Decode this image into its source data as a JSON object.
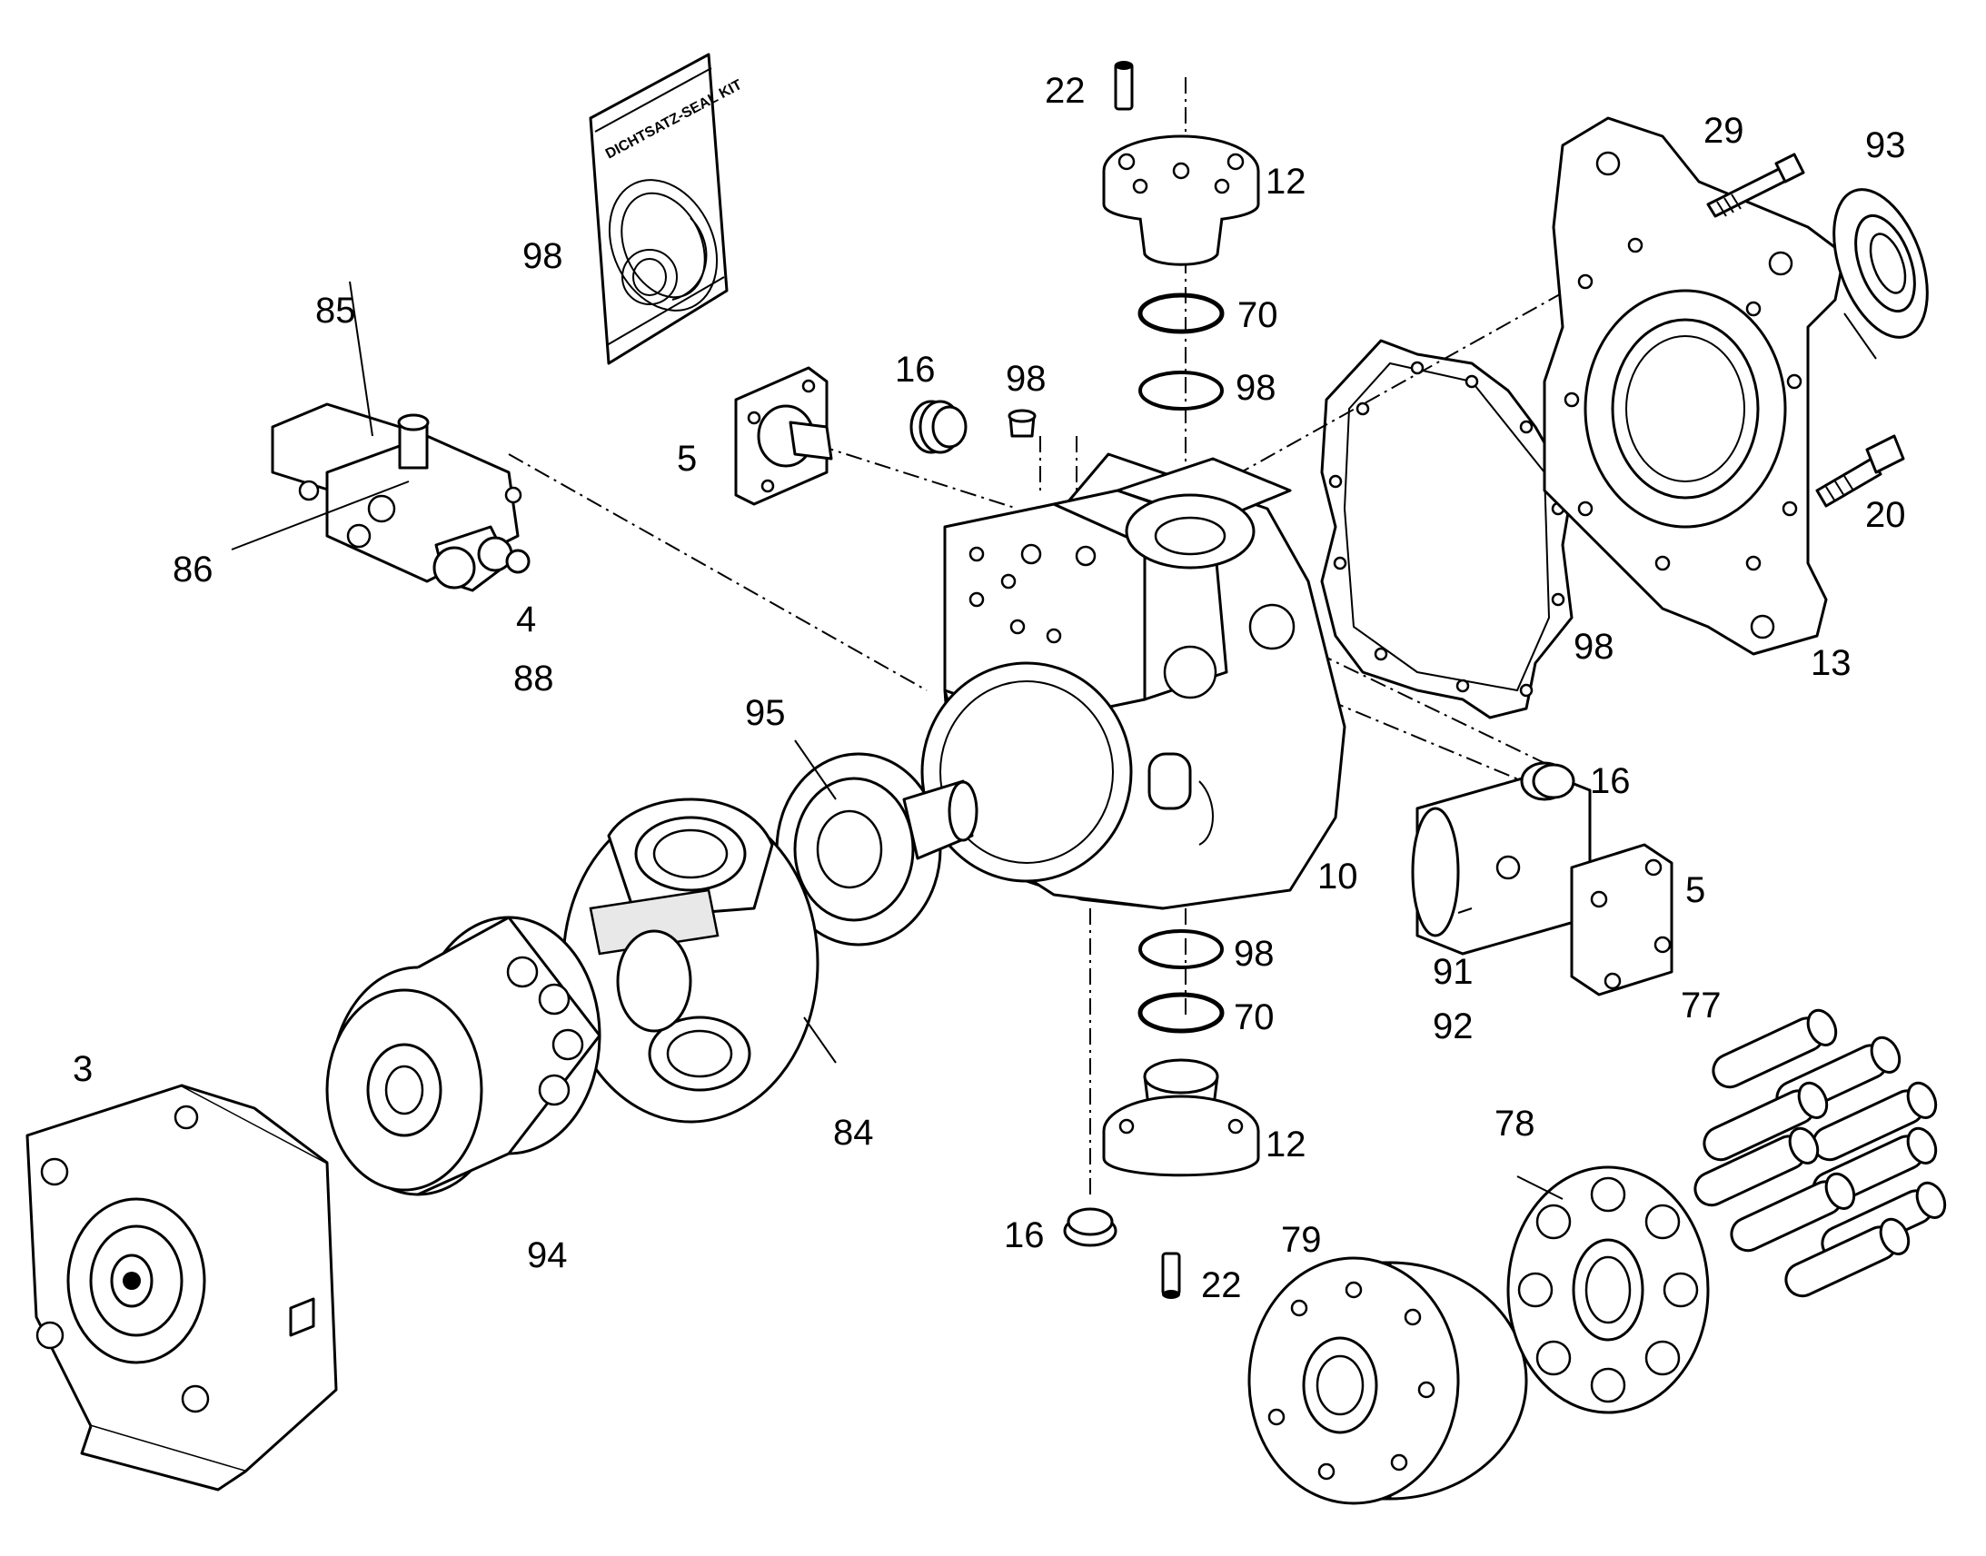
{
  "diagram": {
    "seal_kit_text": "DICHTSATZ-SEAL KIT",
    "callouts": [
      {
        "id": "c22a",
        "text": "22"
      },
      {
        "id": "c12a",
        "text": "12"
      },
      {
        "id": "c29",
        "text": "29"
      },
      {
        "id": "c93",
        "text": "93"
      },
      {
        "id": "c98a",
        "text": "98"
      },
      {
        "id": "c70a",
        "text": "70"
      },
      {
        "id": "c98b",
        "text": "98"
      },
      {
        "id": "c85",
        "text": "85"
      },
      {
        "id": "c16a",
        "text": "16"
      },
      {
        "id": "c98c",
        "text": "98"
      },
      {
        "id": "c5a",
        "text": "5"
      },
      {
        "id": "c20",
        "text": "20"
      },
      {
        "id": "c86",
        "text": "86"
      },
      {
        "id": "c4",
        "text": "4"
      },
      {
        "id": "c88",
        "text": "88"
      },
      {
        "id": "c98d",
        "text": "98"
      },
      {
        "id": "c13",
        "text": "13"
      },
      {
        "id": "c95",
        "text": "95"
      },
      {
        "id": "c16b",
        "text": "16"
      },
      {
        "id": "c10",
        "text": "10"
      },
      {
        "id": "c5b",
        "text": "5"
      },
      {
        "id": "c98e",
        "text": "98"
      },
      {
        "id": "c91",
        "text": "91"
      },
      {
        "id": "c70b",
        "text": "70"
      },
      {
        "id": "c77",
        "text": "77"
      },
      {
        "id": "c92",
        "text": "92"
      },
      {
        "id": "c3",
        "text": "3"
      },
      {
        "id": "c84",
        "text": "84"
      },
      {
        "id": "c78",
        "text": "78"
      },
      {
        "id": "c12b",
        "text": "12"
      },
      {
        "id": "c16c",
        "text": "16"
      },
      {
        "id": "c79",
        "text": "79"
      },
      {
        "id": "c94",
        "text": "94"
      },
      {
        "id": "c22b",
        "text": "22"
      }
    ]
  }
}
